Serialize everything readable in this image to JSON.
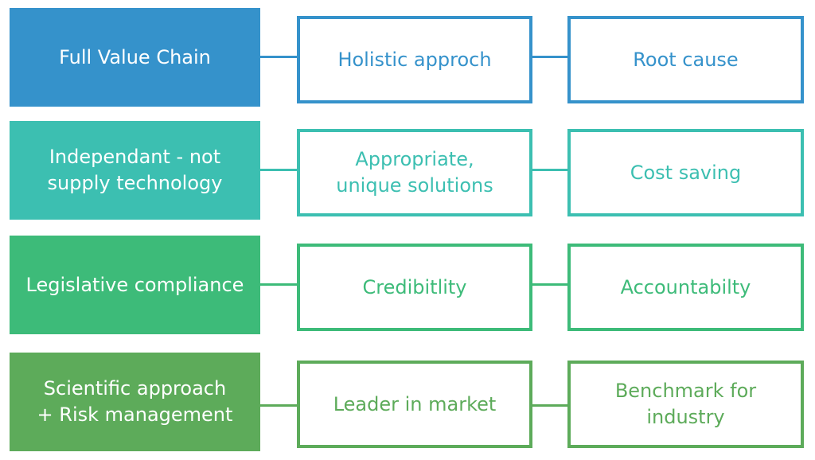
{
  "colors": {
    "row1": "#3592cb",
    "row2": "#3cbfb1",
    "row3": "#3dbb79",
    "row4": "#5dab5a"
  },
  "rows": [
    {
      "main": "Full Value Chain",
      "middle": "Holistic approch",
      "right": "Root cause"
    },
    {
      "main": "Independant - not\nsupply technology",
      "middle": "Appropriate,\nunique solutions",
      "right": "Cost saving"
    },
    {
      "main": "Legislative compliance",
      "middle": "Credibitlity",
      "right": "Accountabilty"
    },
    {
      "main": "Scientific approach\n+ Risk management",
      "middle": "Leader in market",
      "right": "Benchmark for\nindustry"
    }
  ]
}
